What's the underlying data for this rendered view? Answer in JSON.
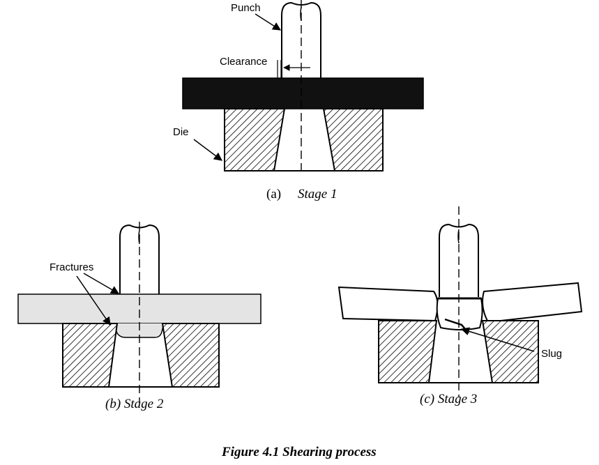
{
  "labels": {
    "punch": "Punch",
    "clearance": "Clearance",
    "die": "Die",
    "fractures": "Fractures",
    "slug": "Slug"
  },
  "captions": {
    "stage1_letter": "(a)",
    "stage1": "Stage 1",
    "stage2": "(b) Stage 2",
    "stage3": "(c) Stage 3"
  },
  "figure_caption": "Figure 4.1 Shearing process",
  "colors": {
    "ink": "#000000",
    "sheet_fill_stage1": "#111111",
    "sheet_fill_stage2": "#e4e4e4",
    "sheet_fill_stage3": "#ffffff",
    "paper": "#ffffff"
  }
}
